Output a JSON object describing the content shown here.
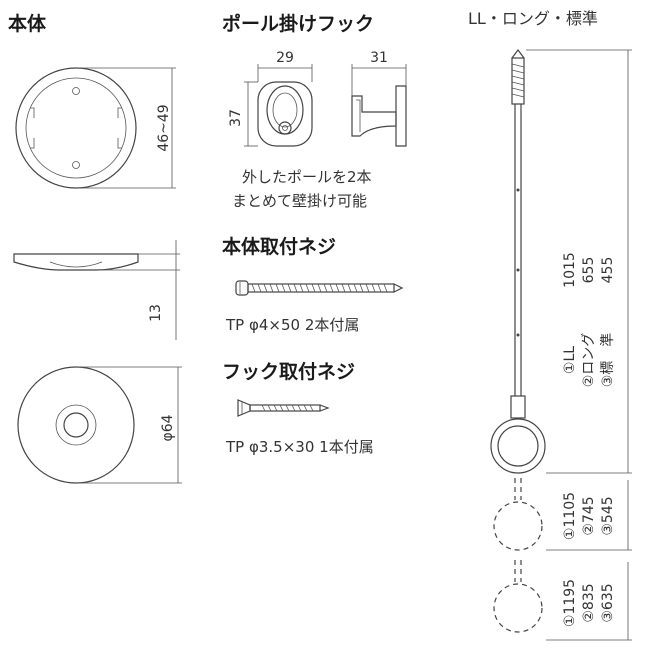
{
  "headings": {
    "body": "本体",
    "hook": "ポール掛けフック",
    "body_screw": "本体取付ネジ",
    "hook_screw": "フック取付ネジ",
    "pole_variants": "LL・ロング・標準"
  },
  "body_dims": {
    "height_range": "46~49",
    "thickness": "13",
    "diameter": "φ64"
  },
  "hook_dims": {
    "width": "29",
    "depth": "31",
    "height": "37",
    "note_line1": "外したポールを2本",
    "note_line2": "まとめて壁掛け可能"
  },
  "screws": {
    "body_spec": "TP φ4×50  2本付属",
    "hook_spec": "TP φ3.5×30  1本付属"
  },
  "pole": {
    "length_1": "1015",
    "length_2": "655",
    "length_3": "455",
    "label_1": "①LL",
    "label_2": "②ロング",
    "label_3": "③標　準",
    "ext_a_1": "①1105",
    "ext_a_2": "②745",
    "ext_a_3": "③545",
    "ext_b_1": "①1195",
    "ext_b_2": "②835",
    "ext_b_3": "③635"
  },
  "colors": {
    "line": "#444444",
    "text": "#333333"
  }
}
